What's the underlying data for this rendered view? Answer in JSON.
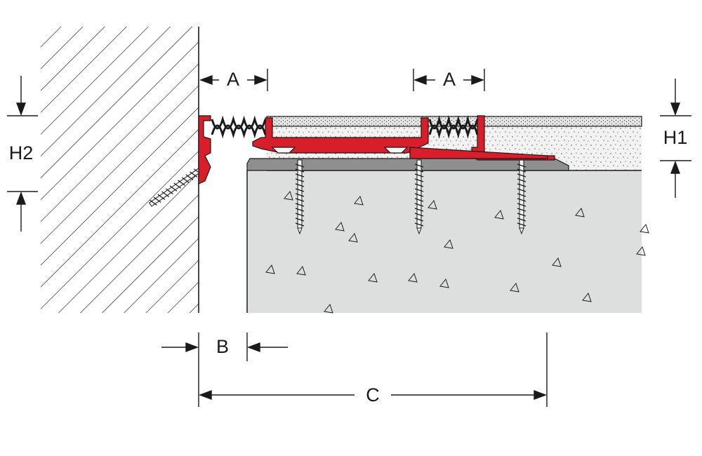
{
  "labels": {
    "a_left": "A",
    "a_right": "A",
    "b": "B",
    "c": "C",
    "h1": "H1",
    "h2": "H2"
  },
  "colors": {
    "profile_red": "#d81e2a",
    "bellows_black": "#1a1a1a",
    "concrete_fill": "#dcdfdd",
    "screed_fill": "#f1f2f1",
    "adhesive_bed": "#8e8f8e",
    "line": "#1a1a1a"
  }
}
